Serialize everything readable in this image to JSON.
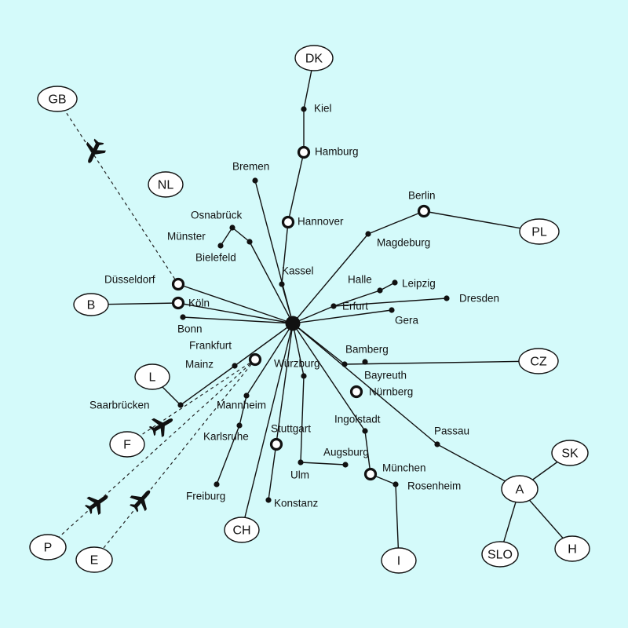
{
  "colors": {
    "background": "#d4fafa",
    "line": "#111111",
    "node_fill": "#ffffff"
  },
  "hub": {
    "name": ""
  },
  "cities": [
    {
      "id": "kiel",
      "label": "Kiel",
      "kind": "dot"
    },
    {
      "id": "hamburg",
      "label": "Hamburg",
      "kind": "hub"
    },
    {
      "id": "bremen",
      "label": "Bremen",
      "kind": "dot"
    },
    {
      "id": "hannover",
      "label": "Hannover",
      "kind": "hub"
    },
    {
      "id": "osnabrueck",
      "label": "Osnabrück",
      "kind": "dot"
    },
    {
      "id": "muenster",
      "label": "Münster",
      "kind": "dot"
    },
    {
      "id": "bielefeld",
      "label": "Bielefeld",
      "kind": "dot"
    },
    {
      "id": "kassel",
      "label": "Kassel",
      "kind": "dot"
    },
    {
      "id": "berlin",
      "label": "Berlin",
      "kind": "hub"
    },
    {
      "id": "magdeburg",
      "label": "Magdeburg",
      "kind": "dot"
    },
    {
      "id": "halle",
      "label": "Halle",
      "kind": "dot"
    },
    {
      "id": "leipzig",
      "label": "Leipzig",
      "kind": "dot"
    },
    {
      "id": "erfurt",
      "label": "Erfurt",
      "kind": "dot"
    },
    {
      "id": "dresden",
      "label": "Dresden",
      "kind": "dot"
    },
    {
      "id": "gera",
      "label": "Gera",
      "kind": "dot"
    },
    {
      "id": "duesseldorf",
      "label": "Düsseldorf",
      "kind": "hub"
    },
    {
      "id": "koeln",
      "label": "Köln",
      "kind": "hub"
    },
    {
      "id": "bonn",
      "label": "Bonn",
      "kind": "dot"
    },
    {
      "id": "frankfurt",
      "label": "Frankfurt",
      "kind": "hub"
    },
    {
      "id": "mainz",
      "label": "Mainz",
      "kind": "dot"
    },
    {
      "id": "saarbruecken",
      "label": "Saarbrücken",
      "kind": "dot"
    },
    {
      "id": "mannheim",
      "label": "Mannheim",
      "kind": "dot"
    },
    {
      "id": "karlsruhe",
      "label": "Karlsruhe",
      "kind": "dot"
    },
    {
      "id": "freiburg",
      "label": "Freiburg",
      "kind": "dot"
    },
    {
      "id": "stuttgart",
      "label": "Stuttgart",
      "kind": "hub"
    },
    {
      "id": "konstanz",
      "label": "Konstanz",
      "kind": "dot"
    },
    {
      "id": "wuerzburg",
      "label": "Würzburg",
      "kind": "dot"
    },
    {
      "id": "ulm",
      "label": "Ulm",
      "kind": "dot"
    },
    {
      "id": "augsburg",
      "label": "Augsburg",
      "kind": "dot"
    },
    {
      "id": "bamberg",
      "label": "Bamberg",
      "kind": "dot"
    },
    {
      "id": "bayreuth",
      "label": "Bayreuth",
      "kind": "dot"
    },
    {
      "id": "nuernberg",
      "label": "Nürnberg",
      "kind": "hub"
    },
    {
      "id": "ingolstadt",
      "label": "Ingolstadt",
      "kind": "dot"
    },
    {
      "id": "muenchen",
      "label": "München",
      "kind": "hub"
    },
    {
      "id": "rosenheim",
      "label": "Rosenheim",
      "kind": "dot"
    },
    {
      "id": "passau",
      "label": "Passau",
      "kind": "dot"
    }
  ],
  "countries": [
    {
      "id": "dk",
      "label": "DK"
    },
    {
      "id": "gb",
      "label": "GB"
    },
    {
      "id": "nl",
      "label": "NL"
    },
    {
      "id": "pl",
      "label": "PL"
    },
    {
      "id": "b",
      "label": "B"
    },
    {
      "id": "cz",
      "label": "CZ"
    },
    {
      "id": "l",
      "label": "L"
    },
    {
      "id": "f",
      "label": "F"
    },
    {
      "id": "p",
      "label": "P"
    },
    {
      "id": "e",
      "label": "E"
    },
    {
      "id": "ch",
      "label": "CH"
    },
    {
      "id": "i",
      "label": "I"
    },
    {
      "id": "a",
      "label": "A"
    },
    {
      "id": "sk",
      "label": "SK"
    },
    {
      "id": "slo",
      "label": "SLO"
    },
    {
      "id": "h",
      "label": "H"
    }
  ],
  "road_links": [
    [
      "hub",
      "kassel"
    ],
    [
      "kassel",
      "hannover"
    ],
    [
      "hannover",
      "hamburg"
    ],
    [
      "hamburg",
      "kiel"
    ],
    [
      "kiel",
      "dk"
    ],
    [
      "hub",
      "bremen"
    ],
    [
      "hub",
      "bielefeld"
    ],
    [
      "bielefeld",
      "osnabrueck"
    ],
    [
      "osnabrueck",
      "muenster"
    ],
    [
      "hub",
      "magdeburg"
    ],
    [
      "magdeburg",
      "berlin"
    ],
    [
      "berlin",
      "pl"
    ],
    [
      "hub",
      "erfurt"
    ],
    [
      "erfurt",
      "halle"
    ],
    [
      "halle",
      "leipzig"
    ],
    [
      "erfurt",
      "dresden"
    ],
    [
      "hub",
      "gera"
    ],
    [
      "hub",
      "duesseldorf"
    ],
    [
      "hub",
      "koeln"
    ],
    [
      "koeln",
      "b"
    ],
    [
      "hub",
      "bonn"
    ],
    [
      "hub",
      "mainz"
    ],
    [
      "mainz",
      "saarbruecken"
    ],
    [
      "saarbruecken",
      "l"
    ],
    [
      "hub",
      "mannheim"
    ],
    [
      "mannheim",
      "karlsruhe"
    ],
    [
      "karlsruhe",
      "freiburg"
    ],
    [
      "hub",
      "ch"
    ],
    [
      "hub",
      "konstanz"
    ],
    [
      "hub",
      "wuerzburg"
    ],
    [
      "wuerzburg",
      "ulm"
    ],
    [
      "ulm",
      "augsburg"
    ],
    [
      "hub",
      "bamberg"
    ],
    [
      "bamberg",
      "cz"
    ],
    [
      "hub",
      "ingolstadt"
    ],
    [
      "ingolstadt",
      "muenchen"
    ],
    [
      "muenchen",
      "rosenheim"
    ],
    [
      "rosenheim",
      "i"
    ],
    [
      "hub",
      "passau"
    ],
    [
      "passau",
      "a"
    ],
    [
      "a",
      "sk"
    ],
    [
      "a",
      "slo"
    ],
    [
      "a",
      "h"
    ]
  ],
  "air_links": [
    [
      "duesseldorf",
      "gb"
    ],
    [
      "frankfurt",
      "f"
    ],
    [
      "frankfurt",
      "p"
    ],
    [
      "frankfurt",
      "e"
    ]
  ]
}
